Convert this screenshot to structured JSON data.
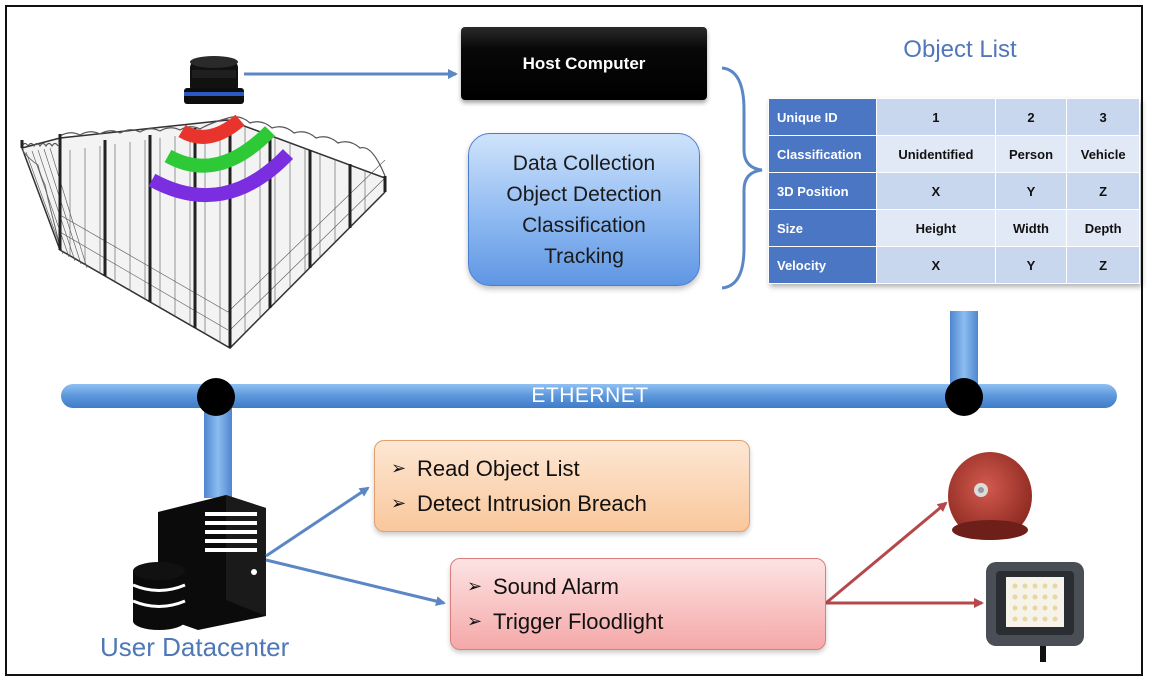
{
  "host_computer": {
    "label": "Host Computer"
  },
  "processing": {
    "lines": [
      "Data Collection",
      "Object Detection",
      "Classification",
      "Tracking"
    ]
  },
  "object_list": {
    "title": "Object List",
    "rows": [
      {
        "label": "Unique ID",
        "values": [
          "1",
          "2",
          "3"
        ]
      },
      {
        "label": "Classification",
        "values": [
          "Unidentified",
          "Person",
          "Vehicle"
        ]
      },
      {
        "label": "3D Position",
        "values": [
          "X",
          "Y",
          "Z"
        ]
      },
      {
        "label": "Size",
        "values": [
          "Height",
          "Width",
          "Depth"
        ]
      },
      {
        "label": "Velocity",
        "values": [
          "X",
          "Y",
          "Z"
        ]
      }
    ]
  },
  "network": {
    "label": "ETHERNET"
  },
  "datacenter_tasks": {
    "bullet": "➢",
    "items": [
      "Read Object List",
      "Detect Intrusion Breach"
    ]
  },
  "response_actions": {
    "bullet": "➢",
    "items": [
      "Sound Alarm",
      "Trigger Floodlight"
    ]
  },
  "datacenter": {
    "label": "User Datacenter"
  },
  "colors": {
    "flow_arrow": "#5b87c5",
    "alert_arrow": "#b5484a",
    "ethernet_bar": "#5c97dc",
    "table_header": "#4a76c4",
    "label_blue": "#4f78b8",
    "lidar_arcs": [
      "#e8342d",
      "#2ec936",
      "#7b2ee0"
    ]
  },
  "icons": {
    "lidar_sensor": "lidar-sensor-icon",
    "fence": "perimeter-fence-icon",
    "server": "server-tower-icon",
    "database": "database-icon",
    "alarm_bell": "alarm-bell-icon",
    "floodlight": "floodlight-icon"
  }
}
